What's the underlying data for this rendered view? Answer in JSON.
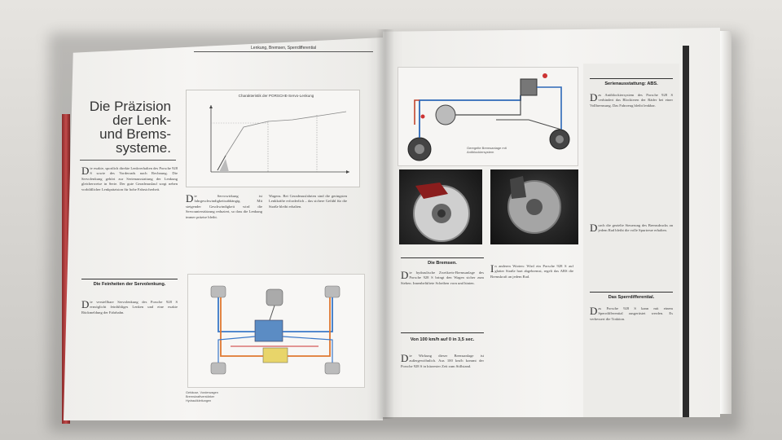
{
  "left_page": {
    "running_head": "Lenkung, Bremsen, Sperrdifferential",
    "title_lines": [
      "Die Präzision",
      "der Lenk-",
      "und Brems-",
      "systeme."
    ],
    "intro": {
      "drop_cap": "D",
      "text": "ie exakte, sportlich direkte Lenkverhalten des Porsche 928 S sowie des Vorderrads nach Rechnung. Die Servolenkung gehört zur Serienausstattung der Lenkung gleicherweise in Serie. Der gute Geradeauslauf sorgt neben vorbildlicher Lenkpräzision für hohe Fahrsicherheit."
    },
    "subhead_servo": "Die Feinheiten der Servolenkung.",
    "servo_text": {
      "drop_cap": "D",
      "text": "ie verstellbare Servolenkung des Porsche 928 S ermöglicht feinfühliges Lenken und eine exakte Rückmeldung der Fahrbahn."
    },
    "column2_text": {
      "drop_cap": "D",
      "text": "ie Servowirkung ist fahrgeschwindigkeitsabhängig. Mit steigender Geschwindigkeit wird die Servounterstützung reduziert, so dass die Lenkung immer präzise bleibt."
    },
    "column3_text": "Wagens. Bei Geradeausfahrten sind die geringsten Lenkkräfte erforderlich – das sichere Gefühl für die Straße bleibt erhalten.",
    "chart": {
      "title": "Charakteristik der PORSCHE-Servo-Lenkung"
    },
    "legend": [
      "Gehäuse, Vorderwagen",
      "Bremskraftverstärker",
      "Hydraulikleitungen"
    ]
  },
  "right_page": {
    "sidebar_head": "Serienausstattung: ABS.",
    "sidebar_text": {
      "drop_cap": "D",
      "text": "as Antiblockiersystem des Porsche 928 S verhindert das Blockieren der Räder bei einer Vollbremsung. Das Fahrzeug bleibt lenkbar."
    },
    "sidebar_text2": {
      "drop_cap": "D",
      "text": "urch die gezielte Steuerung des Bremsdrucks an jedem Rad bleibt die volle Spurtreue erhalten."
    },
    "sidebar_head2": "Das Sperrdifferential.",
    "sidebar_text3": {
      "drop_cap": "D",
      "text": "as Porsche 928 S kann mit einem Sperrdifferential ausgerüstet werden. Es verbessert die Traktion."
    },
    "subhead_bremsen": "Die Bremsen.",
    "bremsen_text": {
      "drop_cap": "D",
      "text": "ie hydraulische Zweikreis-Bremsanlage des Porsche 928 S bringt den Wagen sicher zum Stehen. Innenbelüftete Scheiben vorn und hinten."
    },
    "subhead_speed": "Von 100 km/h auf 0 in 3,5 sec.",
    "speed_text": {
      "drop_cap": "D",
      "text": "ie Wirkung dieser Bremsanlage ist außergewöhnlich. Aus 100 km/h kommt der Porsche 928 S in kürzester Zeit zum Stillstand."
    },
    "column_text": {
      "drop_cap": "I",
      "text": "n anderen Worten: Wird ein Porsche 928 S auf glatter Straße hart abgebremst, regelt das ABS die Bremskraft an jedem Rad."
    },
    "diagram_caption": "Geregelte Bremsanlage mit Antiblockiersystem"
  }
}
